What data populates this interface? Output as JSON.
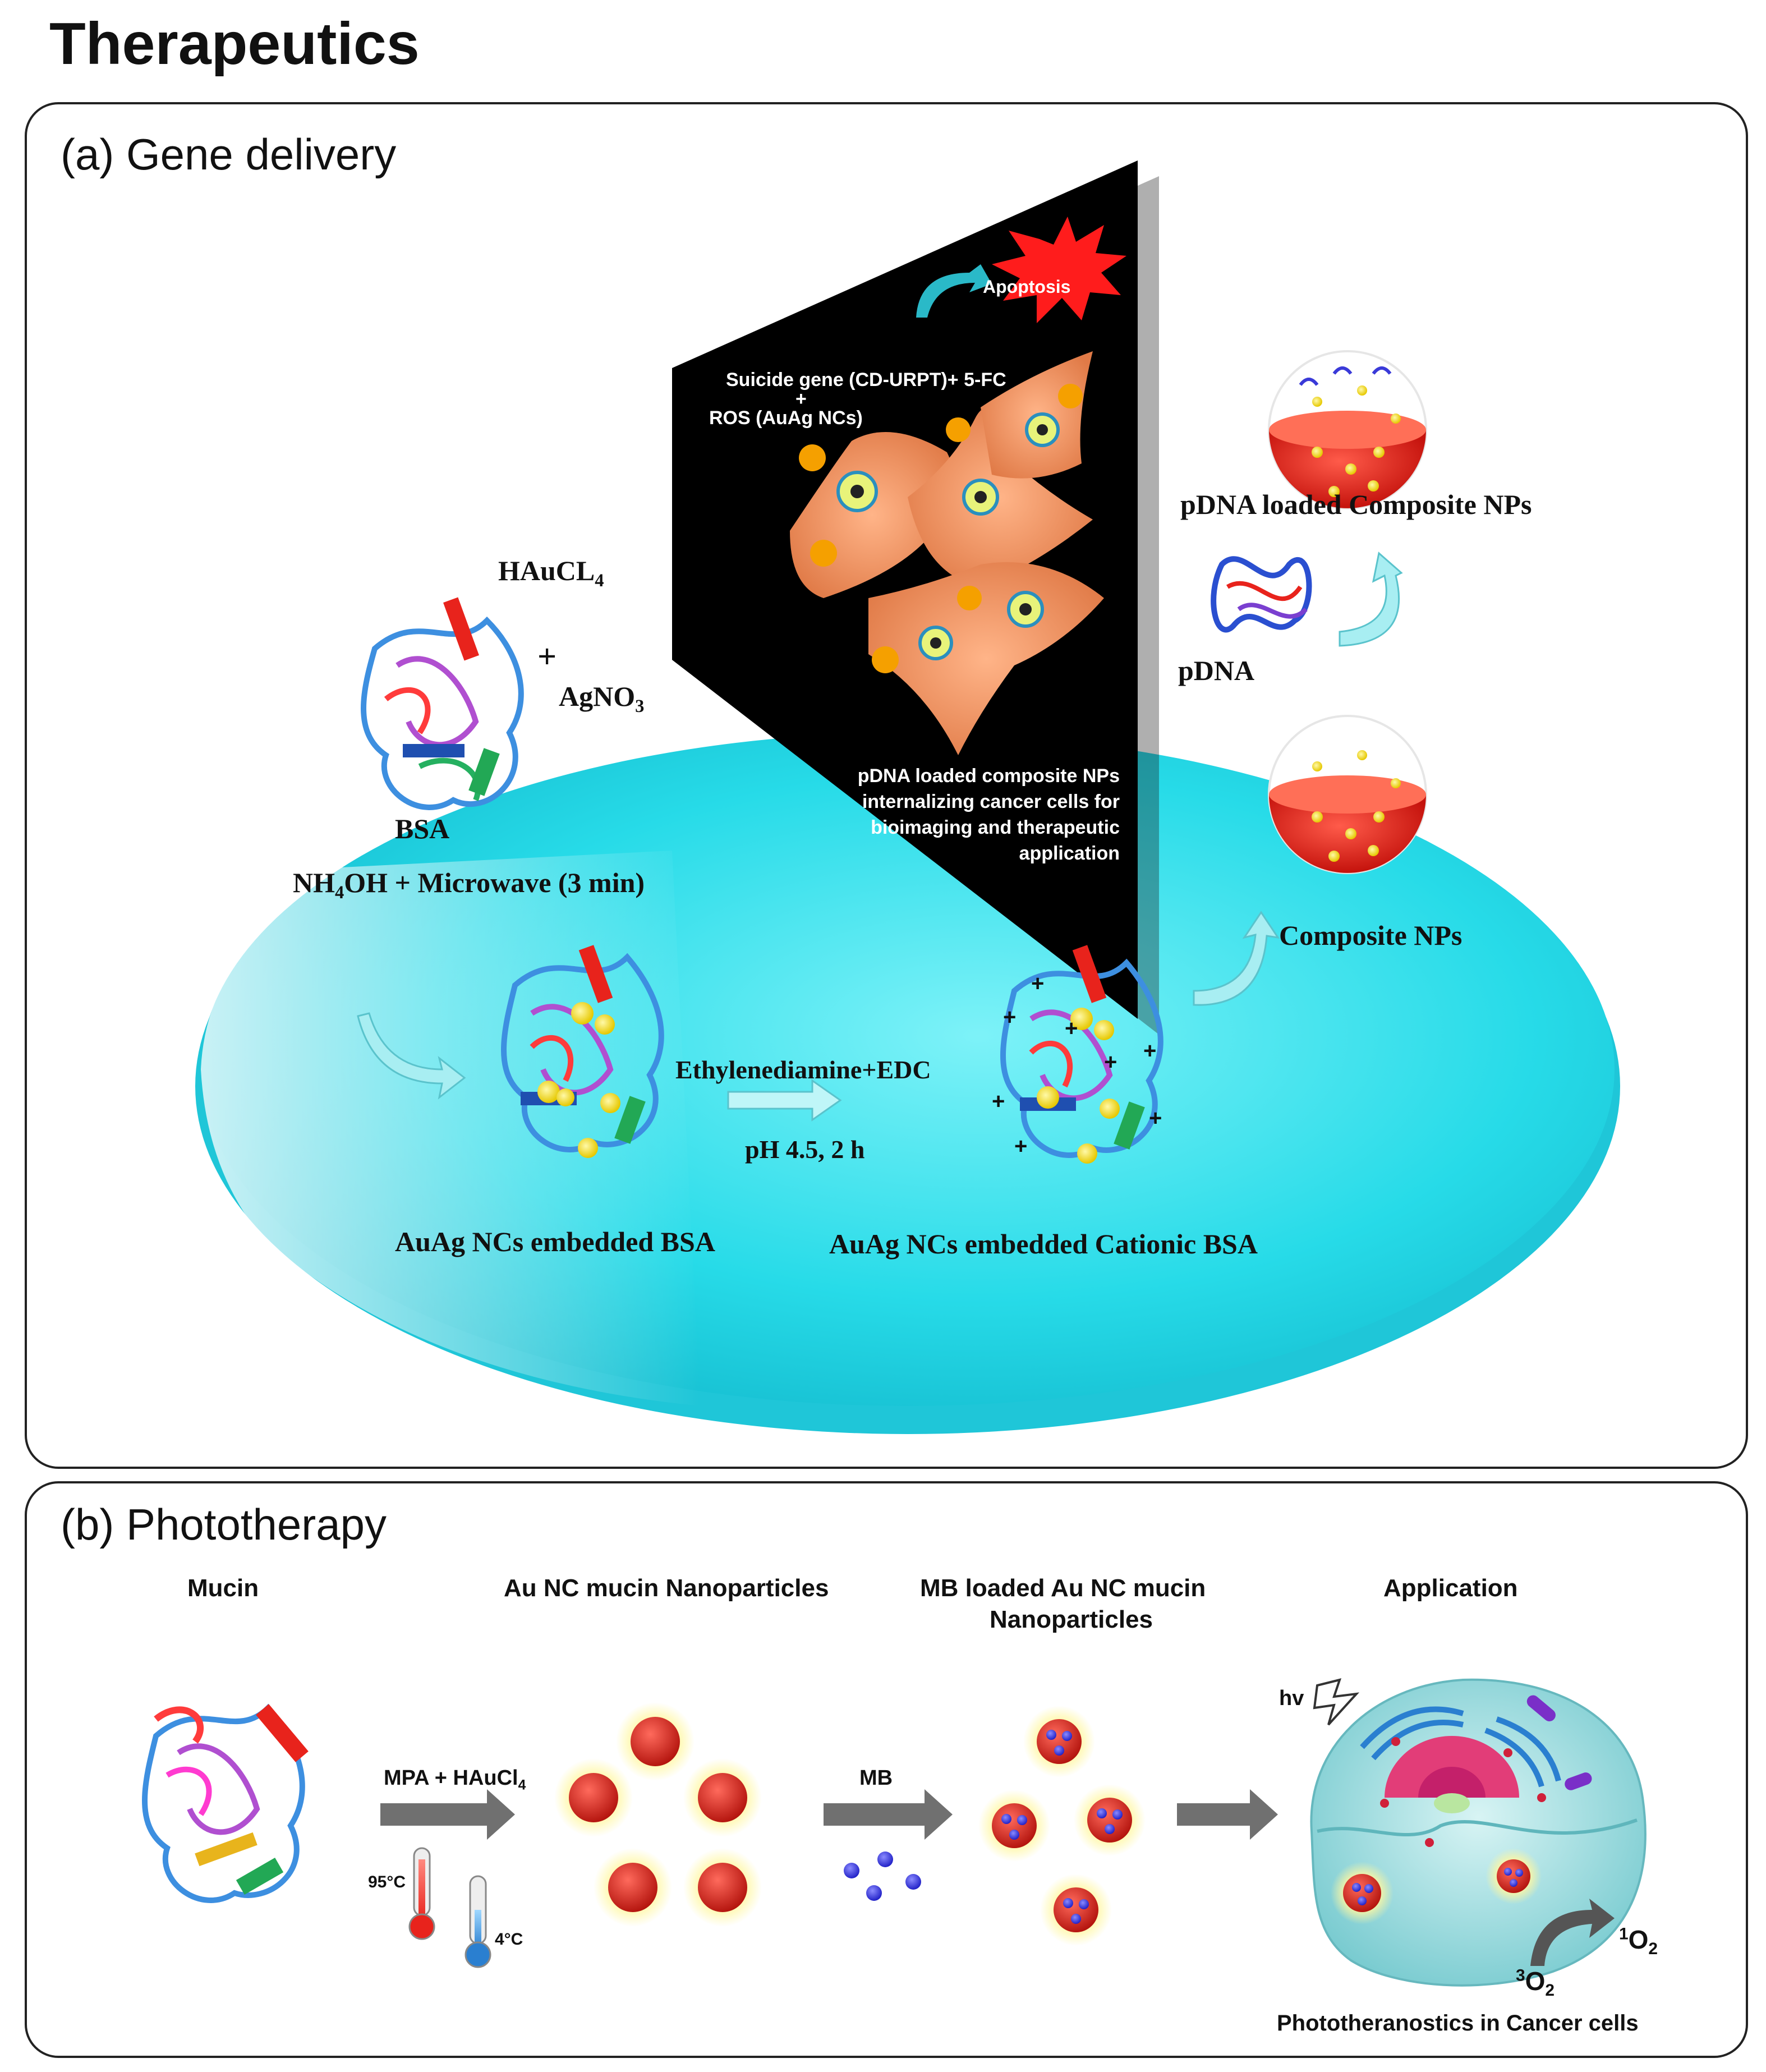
{
  "title": "Therapeutics",
  "panel_a": {
    "label": "(a) Gene delivery",
    "screen": {
      "apoptosis": "Apoptosis",
      "line1": "Suicide gene (CD-URPT)+ 5-FC",
      "plus": "+",
      "line2": "ROS (AuAg NCs)",
      "caption_1": "pDNA loaded composite NPs",
      "caption_2": "internalizing cancer cells for",
      "caption_3": "bioimaging and therapeutic",
      "caption_4": "application"
    },
    "haucl": "HAuCL",
    "haucl_sub": "4",
    "plus": "+",
    "agno": "AgNO",
    "agno_sub": "3",
    "bsa": "BSA",
    "nh": "NH",
    "nh_sub": "4",
    "nh_rest": "OH + Microwave (3 min)",
    "auag_bsa": "AuAg NCs embedded BSA",
    "ethylene": "Ethylenediamine+EDC",
    "ph": "pH 4.5, 2 h",
    "cationic": "AuAg NCs embedded Cationic BSA",
    "pdna_loaded": "pDNA loaded Composite NPs",
    "pdna": "pDNA",
    "composite": "Composite NPs"
  },
  "panel_b": {
    "label": "(b) Phototherapy",
    "mucin": "Mucin",
    "au_nc": "Au NC mucin Nanoparticles",
    "mb_loaded_1": "MB loaded Au NC mucin",
    "mb_loaded_2": "Nanoparticles",
    "application": "Application",
    "mpa": "MPA + HAuCl",
    "mpa_sub": "4",
    "temp_hot": "95°C",
    "temp_cold": "4°C",
    "mb": "MB",
    "hv": "hv",
    "o2_singlet_sup": "1",
    "o2_singlet": "O",
    "o2_singlet_sub": "2",
    "o2_triplet_sup": "3",
    "o2_triplet": "O",
    "o2_triplet_sub": "2",
    "caption": "Phototheranostics in Cancer cells"
  },
  "colors": {
    "disc": "#27dbe8",
    "screen": "#000000",
    "nanoparticle": "#e8231c",
    "mb_dot": "#3a3ad8",
    "gold_dot": "#f3e21a",
    "arrow_gray": "#707070"
  }
}
